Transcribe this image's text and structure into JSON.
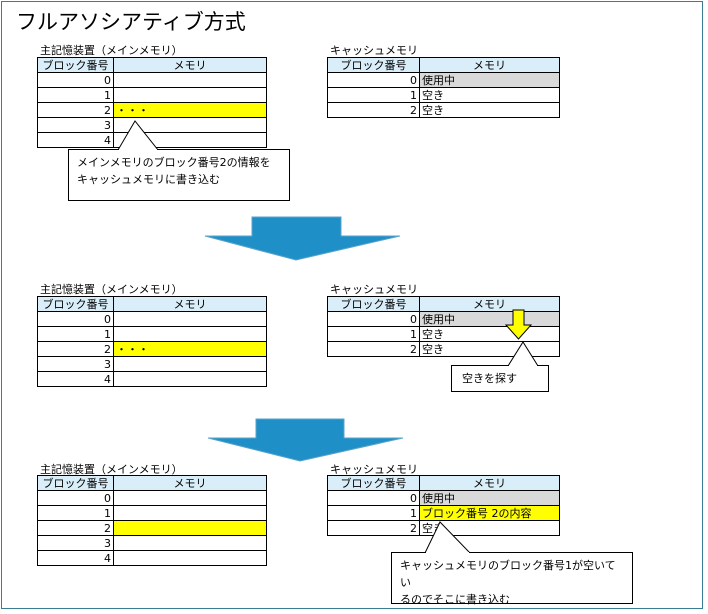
{
  "title": "フルアソシアティブ方式",
  "headers": {
    "block_no": "ブロック番号",
    "memory": "メモリ"
  },
  "main_caption": "主記憶装置（メインメモリ）",
  "cache_caption": "キャッシュメモリ",
  "step1": {
    "main_rows": [
      {
        "no": "0",
        "mem": ""
      },
      {
        "no": "1",
        "mem": ""
      },
      {
        "no": "2",
        "mem": "・・・"
      },
      {
        "no": "3",
        "mem": ""
      },
      {
        "no": "4",
        "mem": ""
      }
    ],
    "cache_rows": [
      {
        "no": "0",
        "mem": "使用中"
      },
      {
        "no": "1",
        "mem": "空き"
      },
      {
        "no": "2",
        "mem": "空き"
      }
    ],
    "callout_line1": "メインメモリのブロック番号2の情報を",
    "callout_line2": "キャッシュメモリに書き込む"
  },
  "step2": {
    "main_rows": [
      {
        "no": "0",
        "mem": ""
      },
      {
        "no": "1",
        "mem": ""
      },
      {
        "no": "2",
        "mem": "・・・"
      },
      {
        "no": "3",
        "mem": ""
      },
      {
        "no": "4",
        "mem": ""
      }
    ],
    "cache_rows": [
      {
        "no": "0",
        "mem": "使用中"
      },
      {
        "no": "1",
        "mem": "空き"
      },
      {
        "no": "2",
        "mem": "空き"
      }
    ],
    "callout": "空きを探す"
  },
  "step3": {
    "main_rows": [
      {
        "no": "0",
        "mem": ""
      },
      {
        "no": "1",
        "mem": ""
      },
      {
        "no": "2",
        "mem": ""
      },
      {
        "no": "3",
        "mem": ""
      },
      {
        "no": "4",
        "mem": ""
      }
    ],
    "cache_rows": [
      {
        "no": "0",
        "mem": "使用中"
      },
      {
        "no": "1",
        "mem": "ブロック番号 2の内容"
      },
      {
        "no": "2",
        "mem": "空き"
      }
    ],
    "callout_line1": "キャッシュメモリのブロック番号1が空いてい",
    "callout_line2": "るのでそこに書き込む"
  },
  "colors": {
    "header_bg": "#d9eef8",
    "highlight": "#ffff00",
    "used": "#d9d9d9",
    "arrow_blue": "#1f8fc8",
    "frame": "#3a7e94"
  }
}
